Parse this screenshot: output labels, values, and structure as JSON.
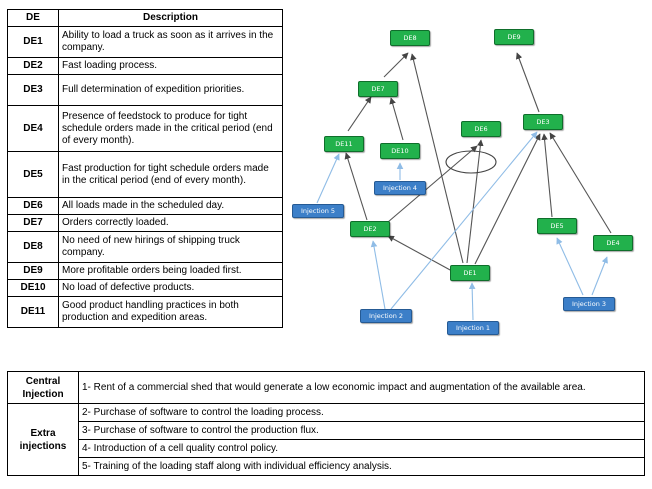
{
  "de_table": {
    "headers": [
      "DE",
      "Description"
    ],
    "rows": [
      {
        "code": "DE1",
        "desc": "Ability to load a truck as soon as it arrives in the company."
      },
      {
        "code": "DE2",
        "desc": "Fast loading process."
      },
      {
        "code": "DE3",
        "desc": "Full determination of expedition priorities."
      },
      {
        "code": "DE4",
        "desc": "Presence of feedstock to produce for tight schedule orders made in the critical period (end of every month)."
      },
      {
        "code": "DE5",
        "desc": "Fast production for tight schedule orders made in the critical period (end of every month)."
      },
      {
        "code": "DE6",
        "desc": "All loads made in the scheduled day."
      },
      {
        "code": "DE7",
        "desc": "Orders correctly loaded."
      },
      {
        "code": "DE8",
        "desc": "No need of new hirings of shipping truck company."
      },
      {
        "code": "DE9",
        "desc": "More profitable orders being loaded first."
      },
      {
        "code": "DE10",
        "desc": "No load of defective products."
      },
      {
        "code": "DE11",
        "desc": "Good product handling practices in both production and expedition areas."
      }
    ]
  },
  "diagram": {
    "nodes": {
      "de8": "DE8",
      "de9": "DE9",
      "de7": "DE7",
      "de6": "DE6",
      "de3": "DE3",
      "de11": "DE11",
      "de10": "DE10",
      "inj4": "Injection 4",
      "inj5": "Injection 5",
      "de2": "DE2",
      "de5": "DE5",
      "de4": "DE4",
      "de1": "DE1",
      "inj3": "Injection 3",
      "inj2": "Injection 2",
      "inj1": "Injection 1"
    },
    "colors": {
      "effect": "#22b14c",
      "injection": "#3c7fc8",
      "effect_link": "#555555",
      "injection_link": "#8fbce6"
    }
  },
  "injection_table": {
    "central_label": "Central Injection",
    "central_text": "1- Rent of a commercial shed that would generate a low economic impact and augmentation of the available area.",
    "extra_label": "Extra injections",
    "extra_items": [
      "2- Purchase of software to control the loading process.",
      "3- Purchase of software to control the production flux.",
      "4- Introduction of a cell quality control policy.",
      "5- Training of the loading staff along with individual efficiency analysis."
    ]
  }
}
